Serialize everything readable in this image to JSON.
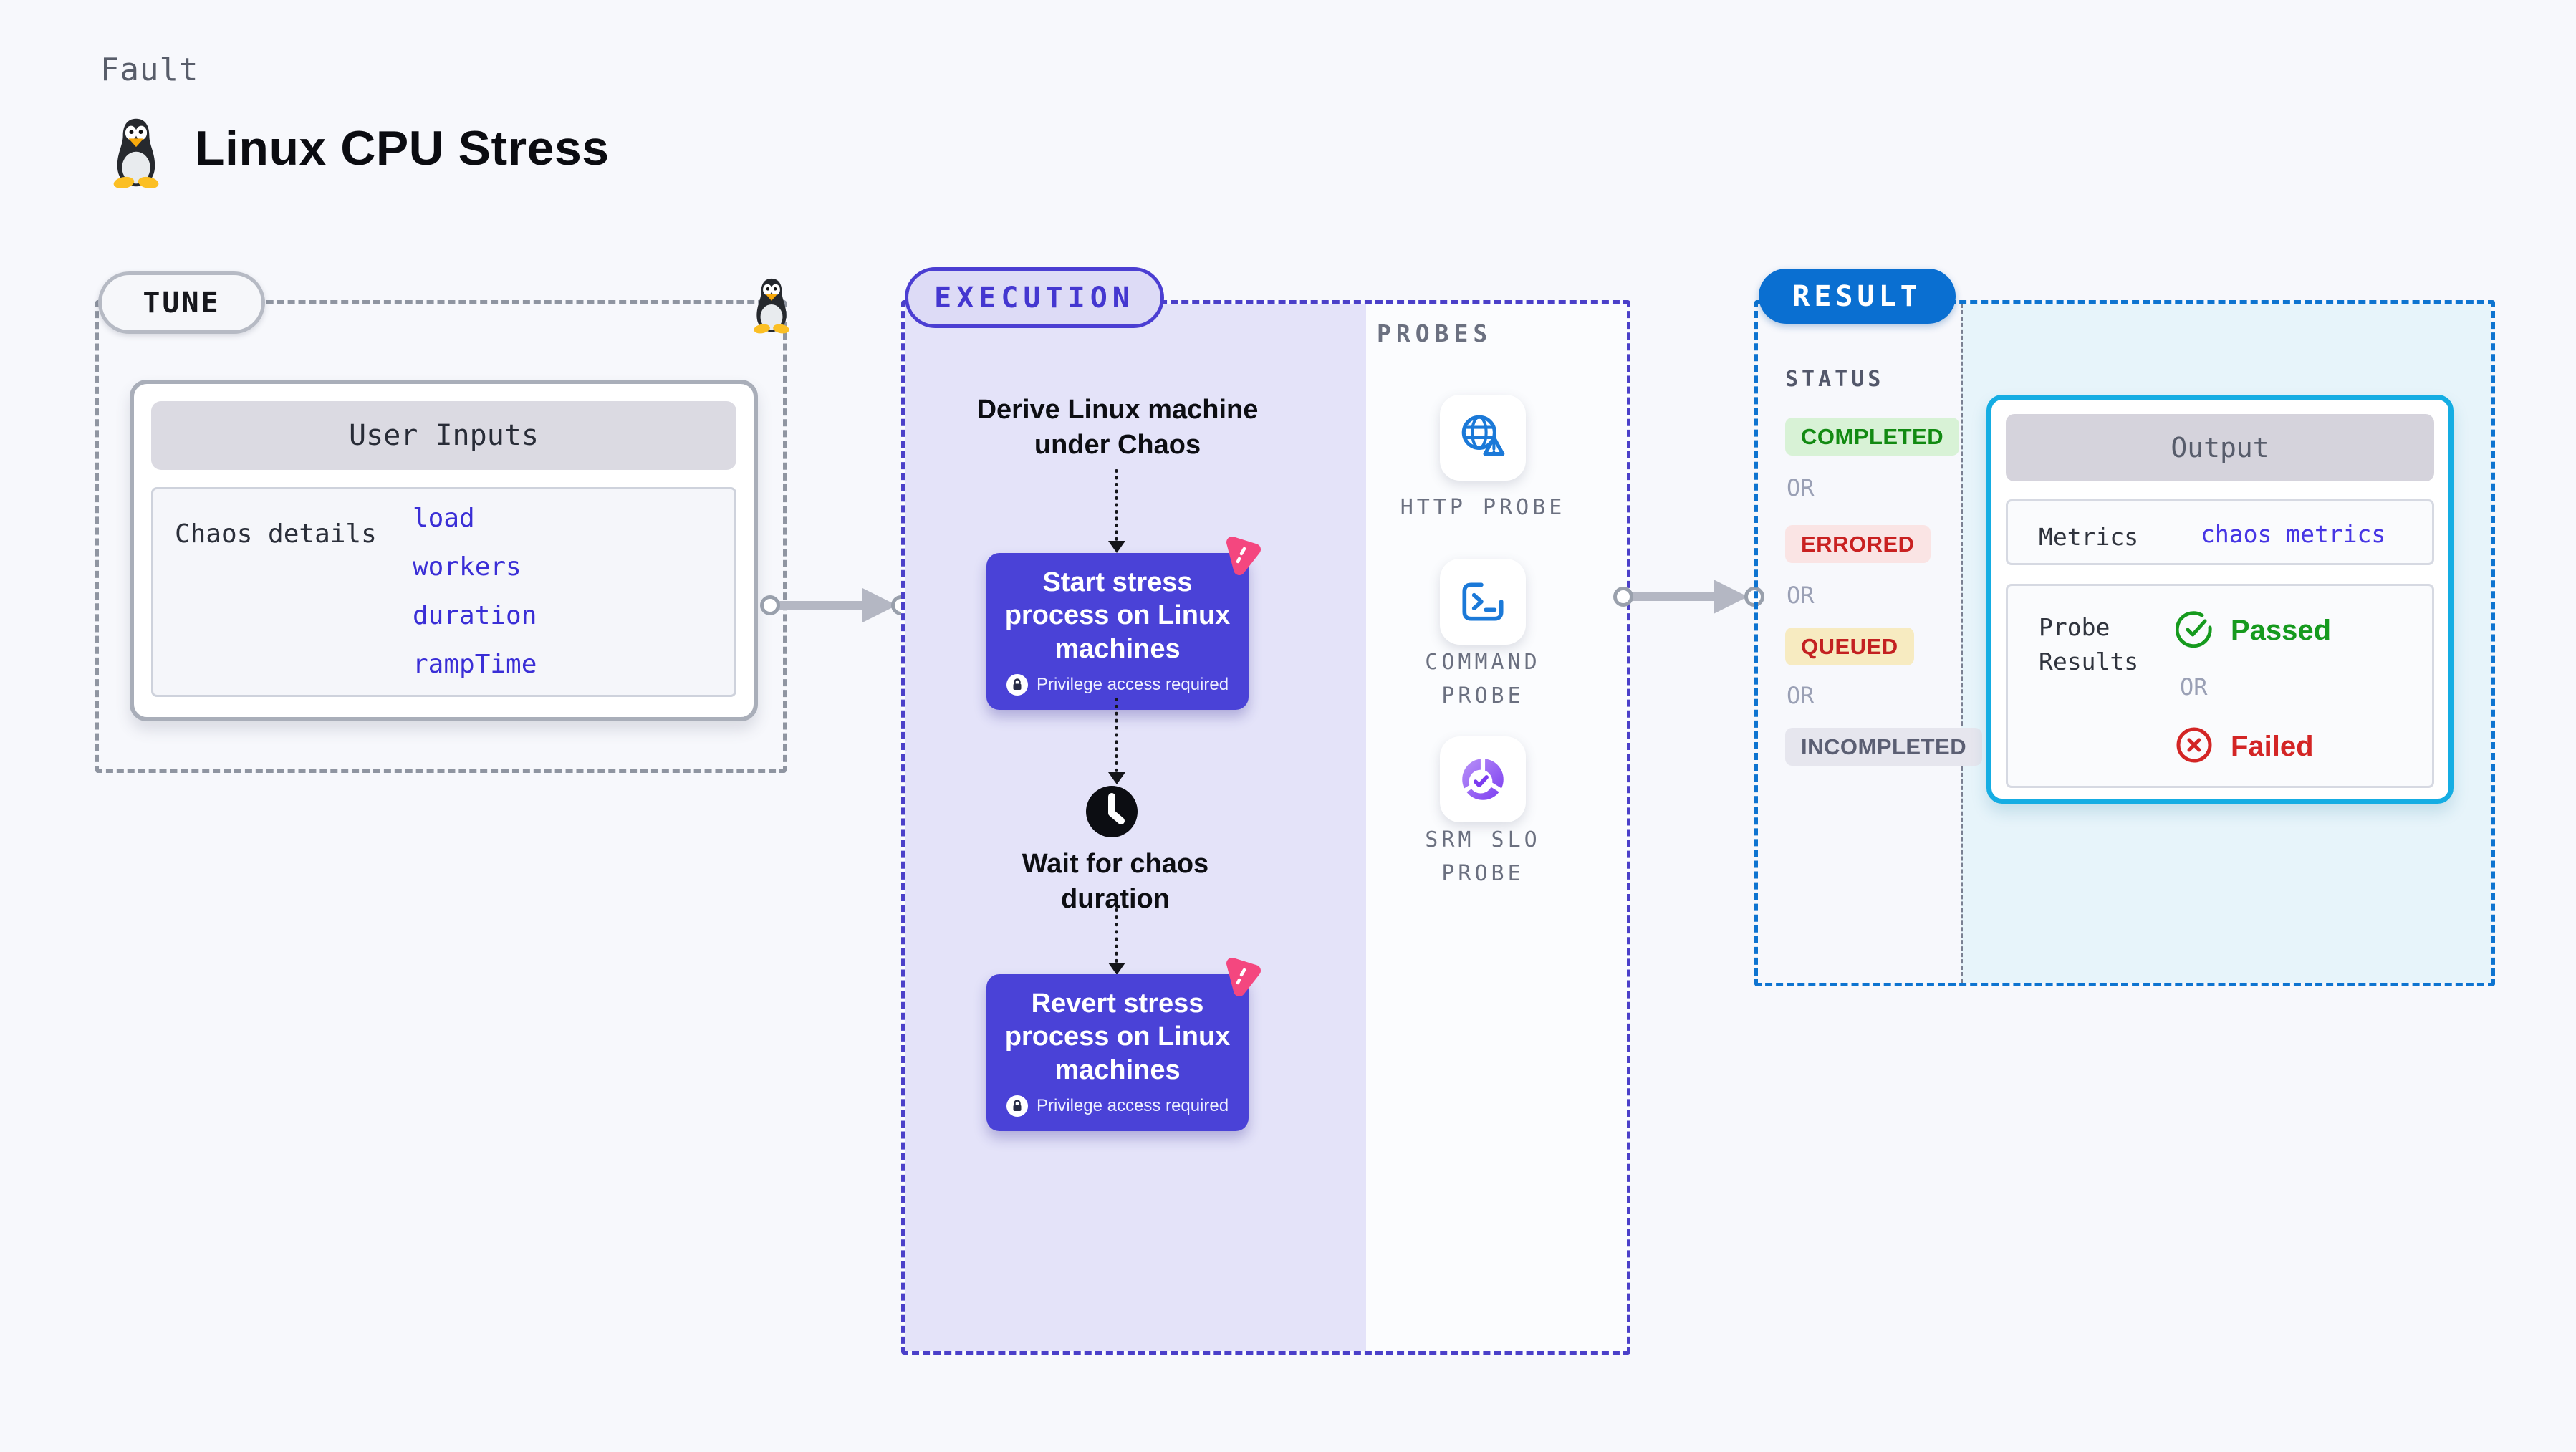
{
  "header": {
    "kicker": "Fault",
    "title": "Linux CPU Stress"
  },
  "tune": {
    "badge": "TUNE",
    "card_title": "User Inputs",
    "row_label": "Chaos details",
    "params": [
      "load",
      "workers",
      "duration",
      "rampTime"
    ]
  },
  "execution": {
    "badge": "EXECUTION",
    "derive_label": "Derive Linux machine under Chaos",
    "start_label": "Start stress process on Linux machines",
    "privilege_label": "Privilege access required",
    "wait_label": "Wait for chaos duration",
    "revert_label": "Revert stress process on Linux machines"
  },
  "probes": {
    "title": "PROBES",
    "items": [
      {
        "label": "HTTP PROBE",
        "icon": "globe-alert-icon"
      },
      {
        "label": "COMMAND PROBE",
        "icon": "terminal-icon"
      },
      {
        "label": "SRM SLO PROBE",
        "icon": "slo-donut-icon"
      }
    ]
  },
  "result": {
    "badge": "RESULT",
    "status_title": "STATUS",
    "or": "OR",
    "statuses": [
      {
        "label": "COMPLETED",
        "bg": "#d8f2d6",
        "fg": "#128a12"
      },
      {
        "label": "ERRORED",
        "bg": "#fae4e4",
        "fg": "#c92121"
      },
      {
        "label": "QUEUED",
        "bg": "#f7ebc1",
        "fg": "#c32121"
      },
      {
        "label": "INCOMPLETED",
        "bg": "#e6e6ee",
        "fg": "#5b5f73"
      }
    ],
    "output": {
      "title": "Output",
      "metrics_label": "Metrics",
      "metrics_value": "chaos metrics",
      "probe_results_label": "Probe Results",
      "passed": "Passed",
      "or": "OR",
      "failed": "Failed"
    }
  },
  "colors": {
    "background": "#f7f8fc",
    "execution_fill": "#e4e3f9",
    "execution_accent": "#4b40c9",
    "action_box": "#4a42d7",
    "result_accent": "#0a6fd1",
    "output_border": "#15ade3",
    "result_fill": "#e7f4fa",
    "link_blue": "#3a2ed6",
    "probe_icon_blue": "#1b79d8",
    "passed_green": "#169a1e",
    "failed_red": "#d32525",
    "chaos_pink": "#f4477f"
  }
}
